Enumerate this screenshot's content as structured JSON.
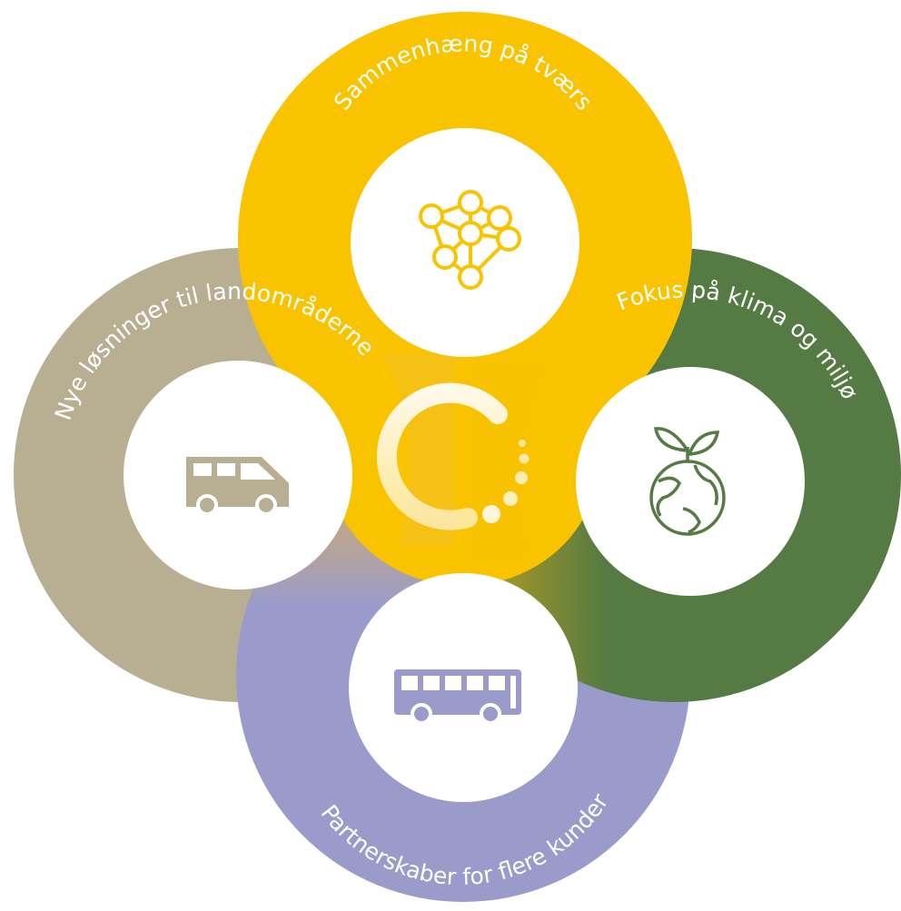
{
  "diagram": {
    "colors": {
      "yellow": "#F9C300",
      "green": "#557A43",
      "taupe": "#B8AE92",
      "lavender": "#9A9BCB",
      "white": "#FFFFFF"
    },
    "circles": [
      {
        "id": "top",
        "label": "Sammenhæng på tværs",
        "icon": "network-icon",
        "color": "yellow"
      },
      {
        "id": "right",
        "label": "Fokus på klima og miljø",
        "icon": "globe-plant-icon",
        "color": "green"
      },
      {
        "id": "left",
        "label": "Nye løsninger til landområderne",
        "icon": "van-icon",
        "color": "taupe"
      },
      {
        "id": "bottom",
        "label": "Partnerskaber for flere kunder",
        "icon": "bus-icon",
        "color": "lavender"
      }
    ],
    "center_icon": "spinner-logo-icon"
  }
}
